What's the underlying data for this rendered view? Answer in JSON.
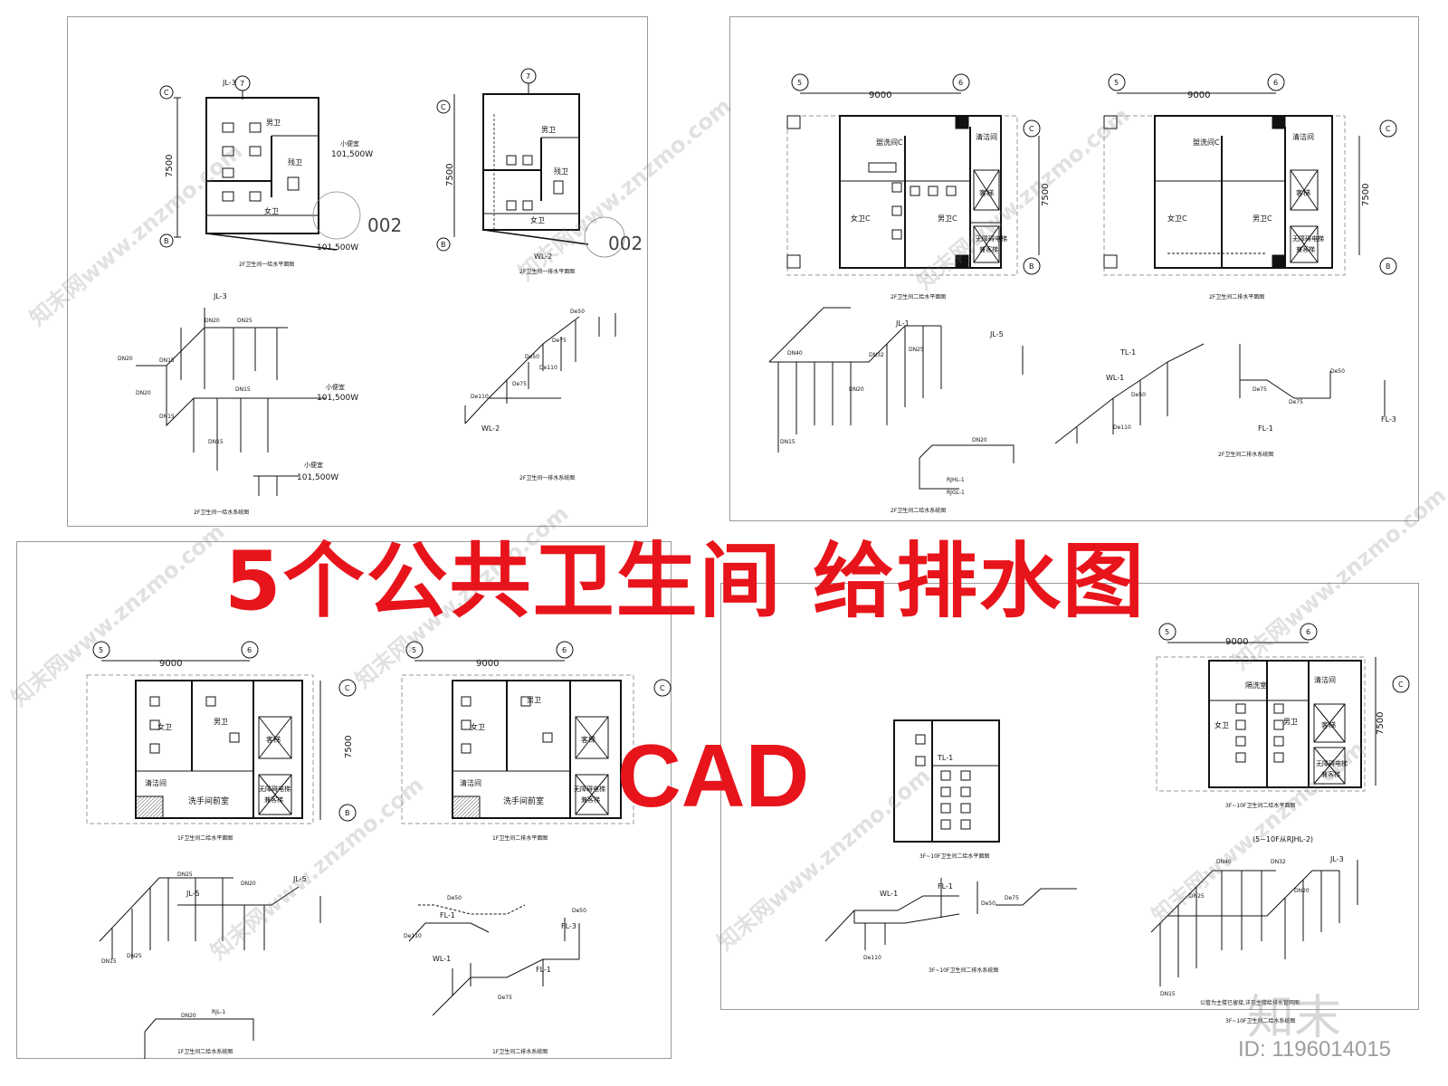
{
  "headline": "5个公共卫生间 给排水图",
  "subheadline": "CAD",
  "id_label": "ID: 1196014015",
  "brand_mark": "知末",
  "watermark": "知末网www.znzmo.com",
  "accent_color": "#e8141b",
  "drawings": {
    "d1": {
      "plan_title": "2F卫生间一给水平面图",
      "system_title": "2F卫生间一给水系统图",
      "riser": "JL-3",
      "grid_top": "7",
      "grid_left_top": "C",
      "grid_left_bottom": "B",
      "dim": "7500",
      "rooms": [
        "男卫",
        "残卫",
        "女卫"
      ],
      "note_a": "小便宜",
      "note_b": "101,500W",
      "ref": "002",
      "pipe_labels": [
        "DN20",
        "DN15",
        "DN25",
        "DN20",
        "DN15",
        "DN15",
        "DN20",
        "DN15"
      ],
      "sys_note": "小便宜",
      "sys_note_b": "101,500W"
    },
    "d2": {
      "plan_title": "2F卫生间一排水平面图",
      "system_title": "2F卫生间一排水系统图",
      "riser": "WL-2",
      "grid_top": "7",
      "grid_left_top": "C",
      "grid_left_bottom": "B",
      "dim": "7500",
      "rooms": [
        "男卫",
        "残卫",
        "女卫"
      ],
      "ref": "002",
      "pipe_labels": [
        "De50",
        "De75",
        "De110",
        "De50",
        "De110",
        "De75"
      ],
      "sys_riser": "WL-2"
    },
    "d3": {
      "plan_title": "2F卫生间二给水平面图",
      "system_title": "2F卫生间二给水系统图",
      "grid_a": "5",
      "grid_b": "6",
      "grid_c": "C",
      "grid_d": "B",
      "dim_w": "9000",
      "dim_h": "7500",
      "rooms": [
        "盥洗间C",
        "清洁间",
        "女卫C",
        "男卫C",
        "客梯",
        "无障碍电梯",
        "兼客梯"
      ],
      "risers": [
        "JL-1",
        "JL-5",
        "RJHL-1",
        "RJGL-1"
      ],
      "pipe_labels": [
        "DN40",
        "DN32",
        "DN25",
        "DN20",
        "DN15",
        "DN20"
      ]
    },
    "d4": {
      "plan_title": "2F卫生间二排水平面图",
      "system_title": "2F卫生间二排水系统图",
      "grid_a": "5",
      "grid_b": "6",
      "grid_c": "C",
      "grid_d": "B",
      "dim_w": "9000",
      "dim_h": "7500",
      "rooms": [
        "盥洗间C",
        "清洁间",
        "女卫C",
        "男卫C",
        "客梯",
        "无障碍电梯",
        "兼客梯"
      ],
      "risers": [
        "TL-1",
        "WL-1",
        "FL-1",
        "FL-3"
      ],
      "pipe_labels": [
        "De50",
        "De75",
        "De110",
        "De50",
        "De75"
      ]
    },
    "d5": {
      "plan_title": "1F卫生间二给水平面图",
      "system_title": "1F卫生间二给水系统图",
      "grid_a": "5",
      "grid_b": "6",
      "grid_c": "C",
      "grid_d": "B",
      "dim_w": "9000",
      "dim_h": "7500",
      "rooms": [
        "女卫",
        "男卫",
        "清洁间",
        "洗手间前室",
        "客梯",
        "无障碍电梯",
        "兼客梯"
      ],
      "risers": [
        "JL-5",
        "JL-5",
        "RJL-1"
      ],
      "pipe_labels": [
        "DN25",
        "DN20",
        "DN15",
        "DN25",
        "DN20"
      ]
    },
    "d6": {
      "plan_title": "1F卫生间二排水平面图",
      "system_title": "1F卫生间二排水系统图",
      "grid_a": "5",
      "grid_b": "6",
      "grid_c": "C",
      "dim_w": "9000",
      "rooms": [
        "女卫",
        "男卫",
        "清洁间",
        "洗手间前室",
        "客梯",
        "无障碍电梯",
        "兼客梯"
      ],
      "risers": [
        "FL-1",
        "WL-1",
        "FL-3",
        "FL-1"
      ],
      "pipe_labels": [
        "De50",
        "De110",
        "De75",
        "De50"
      ]
    },
    "d7": {
      "plan_title": "3F~10F卫生间二给水平面图",
      "system_title": "3F~10F卫生间二排水系统图",
      "risers": [
        "TL-1",
        "FL-1",
        "WL-1"
      ],
      "pipe_labels": [
        "De50",
        "De75",
        "De110"
      ]
    },
    "d8": {
      "plan_title": "3F~10F卫生间二给水平面图",
      "system_title": "3F~10F卫生间二给水系统图",
      "grid_a": "5",
      "grid_b": "6",
      "grid_c": "C",
      "dim_w": "9000",
      "dim_h": "7500",
      "rooms": [
        "隔洗室",
        "清洁间",
        "女卫",
        "男卫",
        "客梯",
        "无障碍电梯",
        "兼客梯"
      ],
      "sys_header": "(5~10F从RJHL-2)",
      "risers": [
        "JL-3"
      ],
      "pipe_labels": [
        "DN40",
        "DN32",
        "DN25",
        "DN20",
        "DN15"
      ],
      "note": "公管为主楼已留接,详见主楼给排水管网图"
    }
  }
}
